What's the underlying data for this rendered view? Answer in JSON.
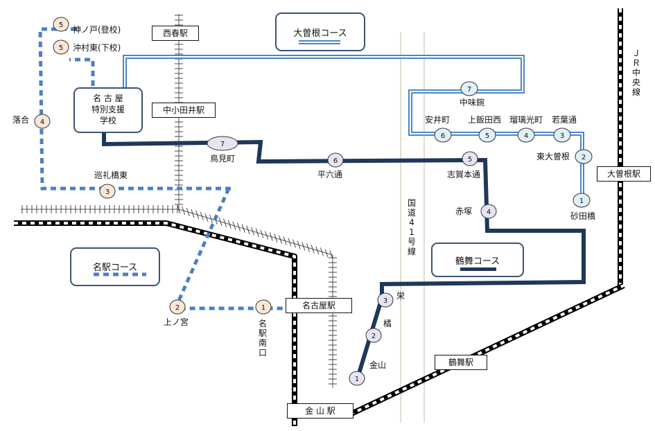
{
  "courses": {
    "ozone": {
      "name": "大曽根コース",
      "color": "#4a86c6"
    },
    "tsurumai": {
      "name": "鶴舞コース",
      "color": "#1f3858"
    },
    "meieki": {
      "name": "名駅コース",
      "color": "#4d7fc4"
    }
  },
  "school": {
    "line1": "名 古 屋",
    "line2": "特別支援",
    "line3": "学校"
  },
  "stations": {
    "nishiharu": "西春駅",
    "konakataii": "中小田井駅",
    "ozone": "大曽根駅",
    "nagoya": "名古屋駅",
    "kanayama": "金 山 駅",
    "tsurumai": "鶴舞駅"
  },
  "jr_chuo": "ＪＲ中央線",
  "route41": "国道41号線",
  "meieki_stops": [
    {
      "num": "1",
      "name": "名駅南口"
    },
    {
      "num": "2",
      "name": "上ノ宮"
    },
    {
      "num": "3",
      "name": "巡礼橋東"
    },
    {
      "num": "4",
      "name": "落合"
    },
    {
      "num": "5",
      "name": "沖村東(下校)"
    },
    {
      "num": "5",
      "name": "神ノ戸(登校)"
    }
  ],
  "tsurumai_stops": [
    {
      "num": "1",
      "name": "金山"
    },
    {
      "num": "2",
      "name": "橘"
    },
    {
      "num": "3",
      "name": "栄"
    },
    {
      "num": "4",
      "name": "赤塚"
    },
    {
      "num": "5",
      "name": "志賀本通"
    },
    {
      "num": "6",
      "name": "平六通"
    },
    {
      "num": "7",
      "name": "鳥見町"
    }
  ],
  "ozone_stops": [
    {
      "num": "1",
      "name": "砂田橋"
    },
    {
      "num": "2",
      "name": "東大曽根"
    },
    {
      "num": "3",
      "name": "若葉通"
    },
    {
      "num": "4",
      "name": "瑠璃光町"
    },
    {
      "num": "5",
      "name": "上飯田西"
    },
    {
      "num": "6",
      "name": "安井町"
    },
    {
      "num": "7",
      "name": "中味鋺"
    }
  ]
}
